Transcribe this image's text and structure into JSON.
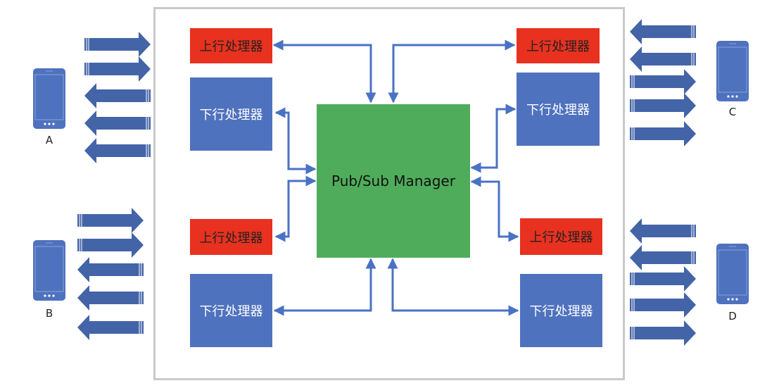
{
  "diagram": {
    "manager": {
      "label": "Pub/Sub Manager",
      "color": "#4fac5b"
    },
    "processors": {
      "top_left_up": {
        "label": "上行处理器",
        "color": "#e8311f"
      },
      "top_left_down": {
        "label": "下行处理器",
        "color": "#4f72be"
      },
      "top_right_up": {
        "label": "上行处理器",
        "color": "#e8311f"
      },
      "top_right_down": {
        "label": "下行处理器",
        "color": "#4f72be"
      },
      "bottom_left_up": {
        "label": "上行处理器",
        "color": "#e8311f"
      },
      "bottom_left_down": {
        "label": "下行处理器",
        "color": "#4f72be"
      },
      "bottom_right_up": {
        "label": "上行处理器",
        "color": "#e8311f"
      },
      "bottom_right_down": {
        "label": "下行处理器",
        "color": "#4f72be"
      }
    },
    "clients": [
      {
        "id": "A",
        "label": "A",
        "arrows": [
          "in",
          "in",
          "out",
          "out",
          "out"
        ]
      },
      {
        "id": "B",
        "label": "B",
        "arrows": [
          "in",
          "in",
          "out",
          "out",
          "out"
        ]
      },
      {
        "id": "C",
        "label": "C",
        "arrows": [
          "in",
          "in",
          "out",
          "out",
          "out"
        ]
      },
      {
        "id": "D",
        "label": "D",
        "arrows": [
          "in",
          "in",
          "out",
          "out",
          "out"
        ]
      }
    ],
    "colors": {
      "connector": "#4a72c4",
      "arrow": "#4464a8",
      "phone": "#4f72be",
      "frame": "#c9c9c9"
    }
  }
}
